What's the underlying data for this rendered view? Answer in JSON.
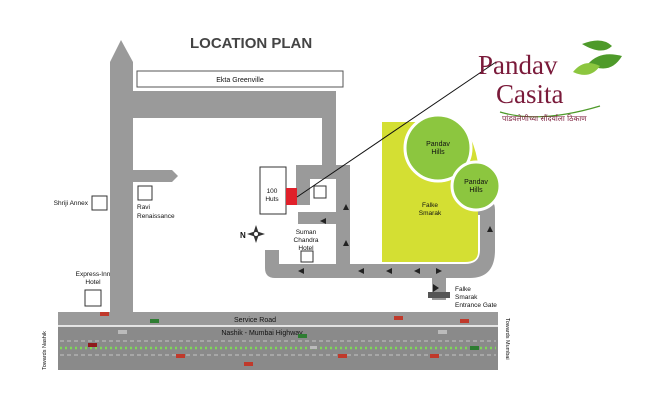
{
  "title": "LOCATION PLAN",
  "logo": {
    "line1": "Pandav",
    "line2": "Casita",
    "tagline": "पांडवलेणीच्या सौंदर्याला ठिकाण",
    "colors": {
      "text": "#7a1a3a",
      "leaf": "#4e9a2a",
      "leaf_light": "#8cc63f"
    }
  },
  "roads": {
    "top": "Ekta Greenville",
    "service": "Service Road",
    "highway": "Nashik - Mumbai Highway",
    "towards_left": "Towards Nashik",
    "towards_right": "Towards Mumbai"
  },
  "places": {
    "shriji": "Shriji Annex",
    "ravi_1": "Ravi",
    "ravi_2": "Renaissance",
    "express_1": "Express-Inn",
    "express_2": "Hotel",
    "huts_1": "100",
    "huts_2": "Huts",
    "suman_1": "Suman",
    "suman_2": "Chandra",
    "suman_3": "Hotel",
    "falke_1": "Falke",
    "falke_2": "Smarak",
    "hills_a_1": "Pandav",
    "hills_a_2": "Hills",
    "hills_b_1": "Pandav",
    "hills_b_2": "Hills",
    "gate_1": "Falke",
    "gate_2": "Smarak",
    "gate_3": "Entrance Gate"
  },
  "compass": {
    "label": "N"
  },
  "colors": {
    "road": "#9a9a9a",
    "site": "#e0202a",
    "park": "#d4df33",
    "hill": "#8cc63f",
    "hill_edge": "#ffffff",
    "highway_dots": "#7ed957"
  }
}
